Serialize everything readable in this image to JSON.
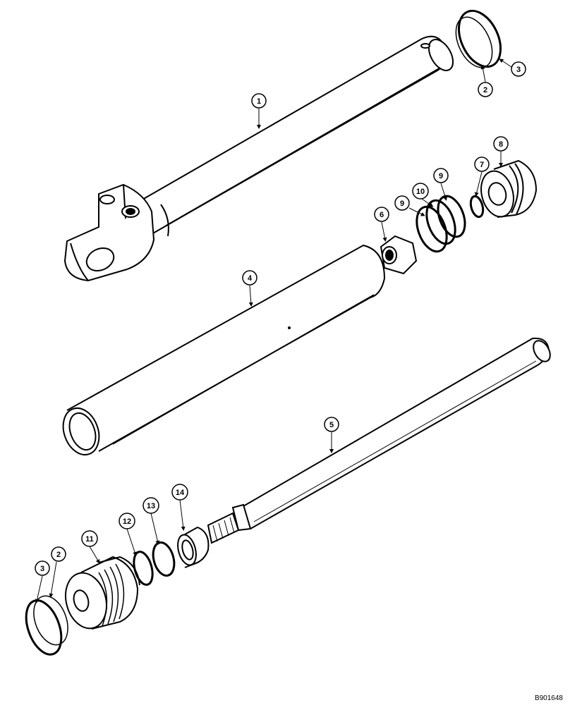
{
  "figure_code": "B901648",
  "callouts": {
    "c1": "1",
    "c2a": "2",
    "c3a": "3",
    "c4": "4",
    "c5": "5",
    "c6": "6",
    "c7": "7",
    "c8": "8",
    "c9a": "9",
    "c9b": "9",
    "c10": "10",
    "c11": "11",
    "c12": "12",
    "c13": "13",
    "c14": "14",
    "c2b": "2",
    "c3b": "3"
  }
}
